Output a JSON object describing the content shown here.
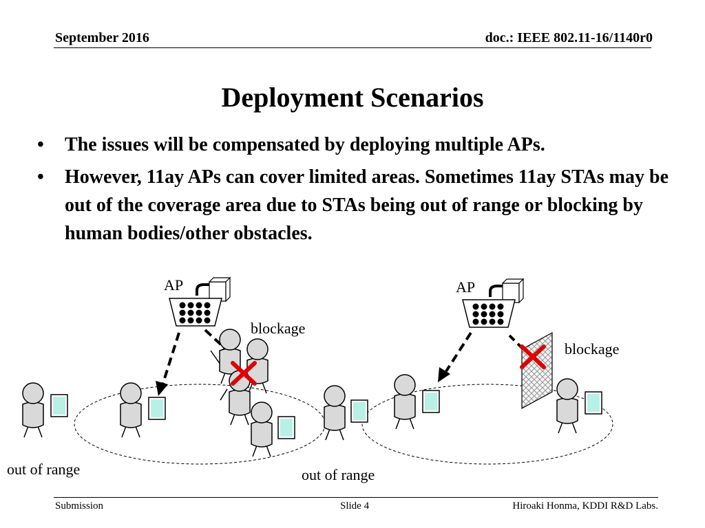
{
  "header": {
    "date": "September 2016",
    "doc_id": "doc.: IEEE 802.11-16/1140r0"
  },
  "slide": {
    "title": "Deployment Scenarios",
    "bullets": [
      "The issues will be compensated by deploying multiple APs.",
      "However, 11ay APs can cover limited areas. Sometimes 11ay STAs may be out of the coverage area due to STAs being out of range or blocking by human bodies/other obstacles."
    ],
    "bullet_symbol": "•"
  },
  "diagram": {
    "left": {
      "ap_label": "AP",
      "blockage_label": "blockage"
    },
    "right": {
      "ap_label": "AP",
      "blockage_label": "blockage"
    },
    "out_of_range_left": "out of range",
    "out_of_range_center": "out of range",
    "colors": {
      "blocked_x": "#e00000",
      "tablet_screen": "#b8f0e6"
    }
  },
  "footer": {
    "left": "Submission",
    "center": "Slide 4",
    "right": "Hiroaki Honma, KDDI R&D Labs."
  }
}
